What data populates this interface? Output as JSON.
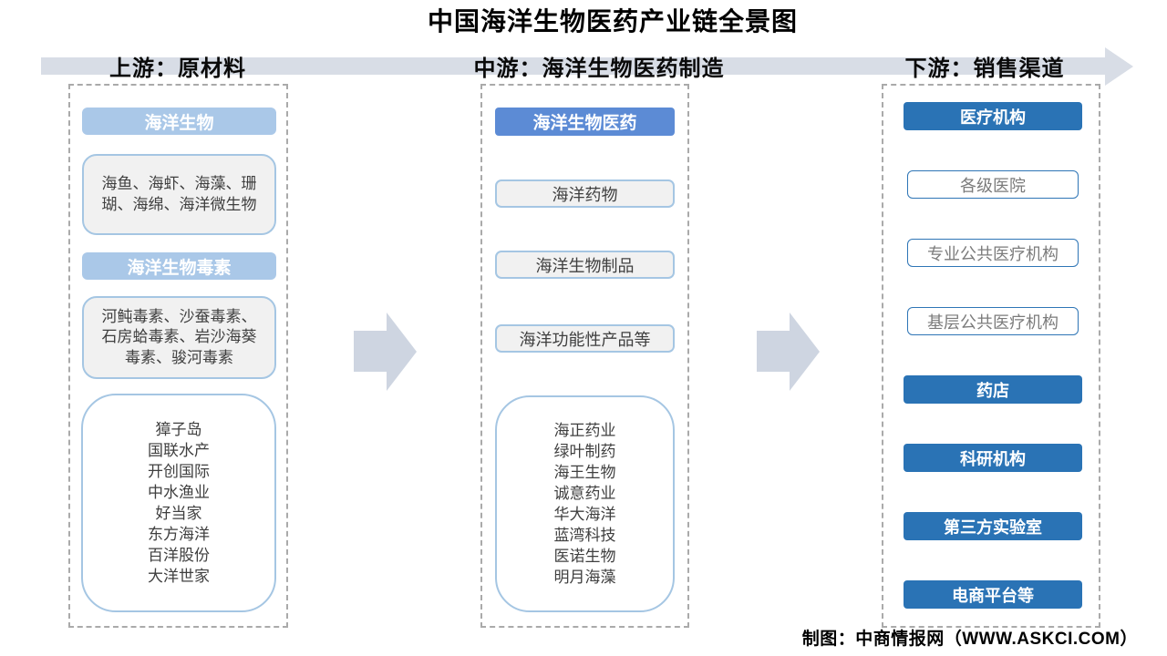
{
  "title": "中国海洋生物医药产业链全景图",
  "credit": "制图：中商情报网（WWW.ASKCI.COM）",
  "colors": {
    "accent_dark_blue": "#2a73b5",
    "accent_mid_blue": "#5c8bd5",
    "accent_light_blue": "#aac8e8",
    "box_border_blue": "#a5c6e3",
    "gray_box_fill": "#f1f1f1",
    "flow_bar_gray": "#d8dde6",
    "arrow_gray_blue": "#ced5e1"
  },
  "upstream": {
    "header": "上游：原材料",
    "category1_label": "海洋生物",
    "category1_items": "海鱼、海虾、海藻、珊瑚、海绵、海洋微生物",
    "category2_label": "海洋生物毒素",
    "category2_items": "河鲀毒素、沙蚕毒素、石房蛤毒素、岩沙海葵毒素、骏河毒素",
    "companies": [
      "獐子岛",
      "国联水产",
      "开创国际",
      "中水渔业",
      "好当家",
      "东方海洋",
      "百洋股份",
      "大洋世家"
    ]
  },
  "midstream": {
    "header": "中游：海洋生物医药制造",
    "category_label": "海洋生物医药",
    "products": [
      "海洋药物",
      "海洋生物制品",
      "海洋功能性产品等"
    ],
    "companies": [
      "海正药业",
      "绿叶制药",
      "海王生物",
      "诚意药业",
      "华大海洋",
      "蓝湾科技",
      "医诺生物",
      "明月海藻"
    ]
  },
  "downstream": {
    "header": "下游：销售渠道",
    "channels": [
      {
        "label": "医疗机构",
        "style": "solid"
      },
      {
        "label": "各级医院",
        "style": "outline"
      },
      {
        "label": "专业公共医疗机构",
        "style": "outline"
      },
      {
        "label": "基层公共医疗机构",
        "style": "outline"
      },
      {
        "label": "药店",
        "style": "solid"
      },
      {
        "label": "科研机构",
        "style": "solid"
      },
      {
        "label": "第三方实验室",
        "style": "solid"
      },
      {
        "label": "电商平台等",
        "style": "solid"
      }
    ]
  }
}
